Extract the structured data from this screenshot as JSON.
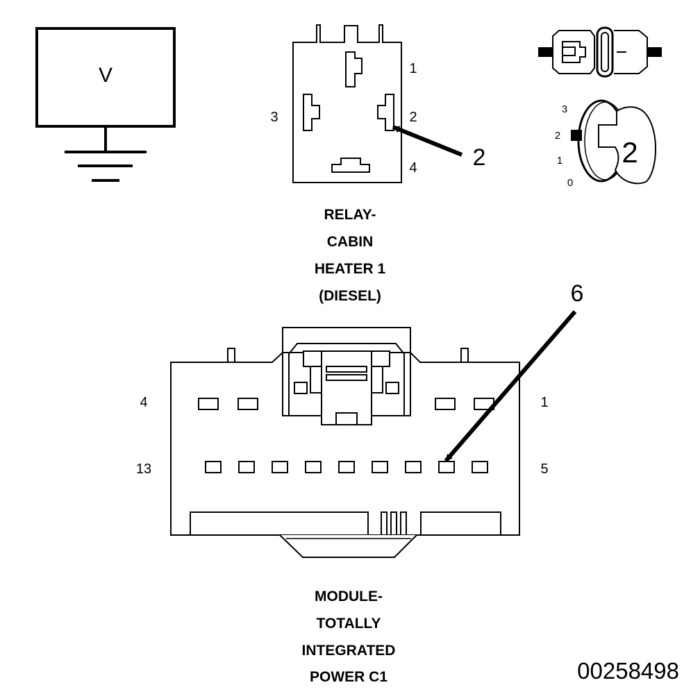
{
  "voltmeter": {
    "symbol": "V"
  },
  "relay": {
    "pin_labels": [
      "1",
      "2",
      "3",
      "4"
    ],
    "callout": "2",
    "caption": [
      "RELAY-",
      "CABIN",
      "HEATER 1",
      "(DIESEL)"
    ]
  },
  "switch": {
    "positions": [
      "3",
      "2",
      "1",
      "0"
    ],
    "key_number": "2"
  },
  "module": {
    "pin_labels": {
      "top_left": "4",
      "top_right": "1",
      "bottom_left": "13",
      "bottom_right": "5"
    },
    "callout": "6",
    "caption": [
      "MODULE-",
      "TOTALLY",
      "INTEGRATED",
      "POWER C1"
    ]
  },
  "figure_id": "00258498"
}
